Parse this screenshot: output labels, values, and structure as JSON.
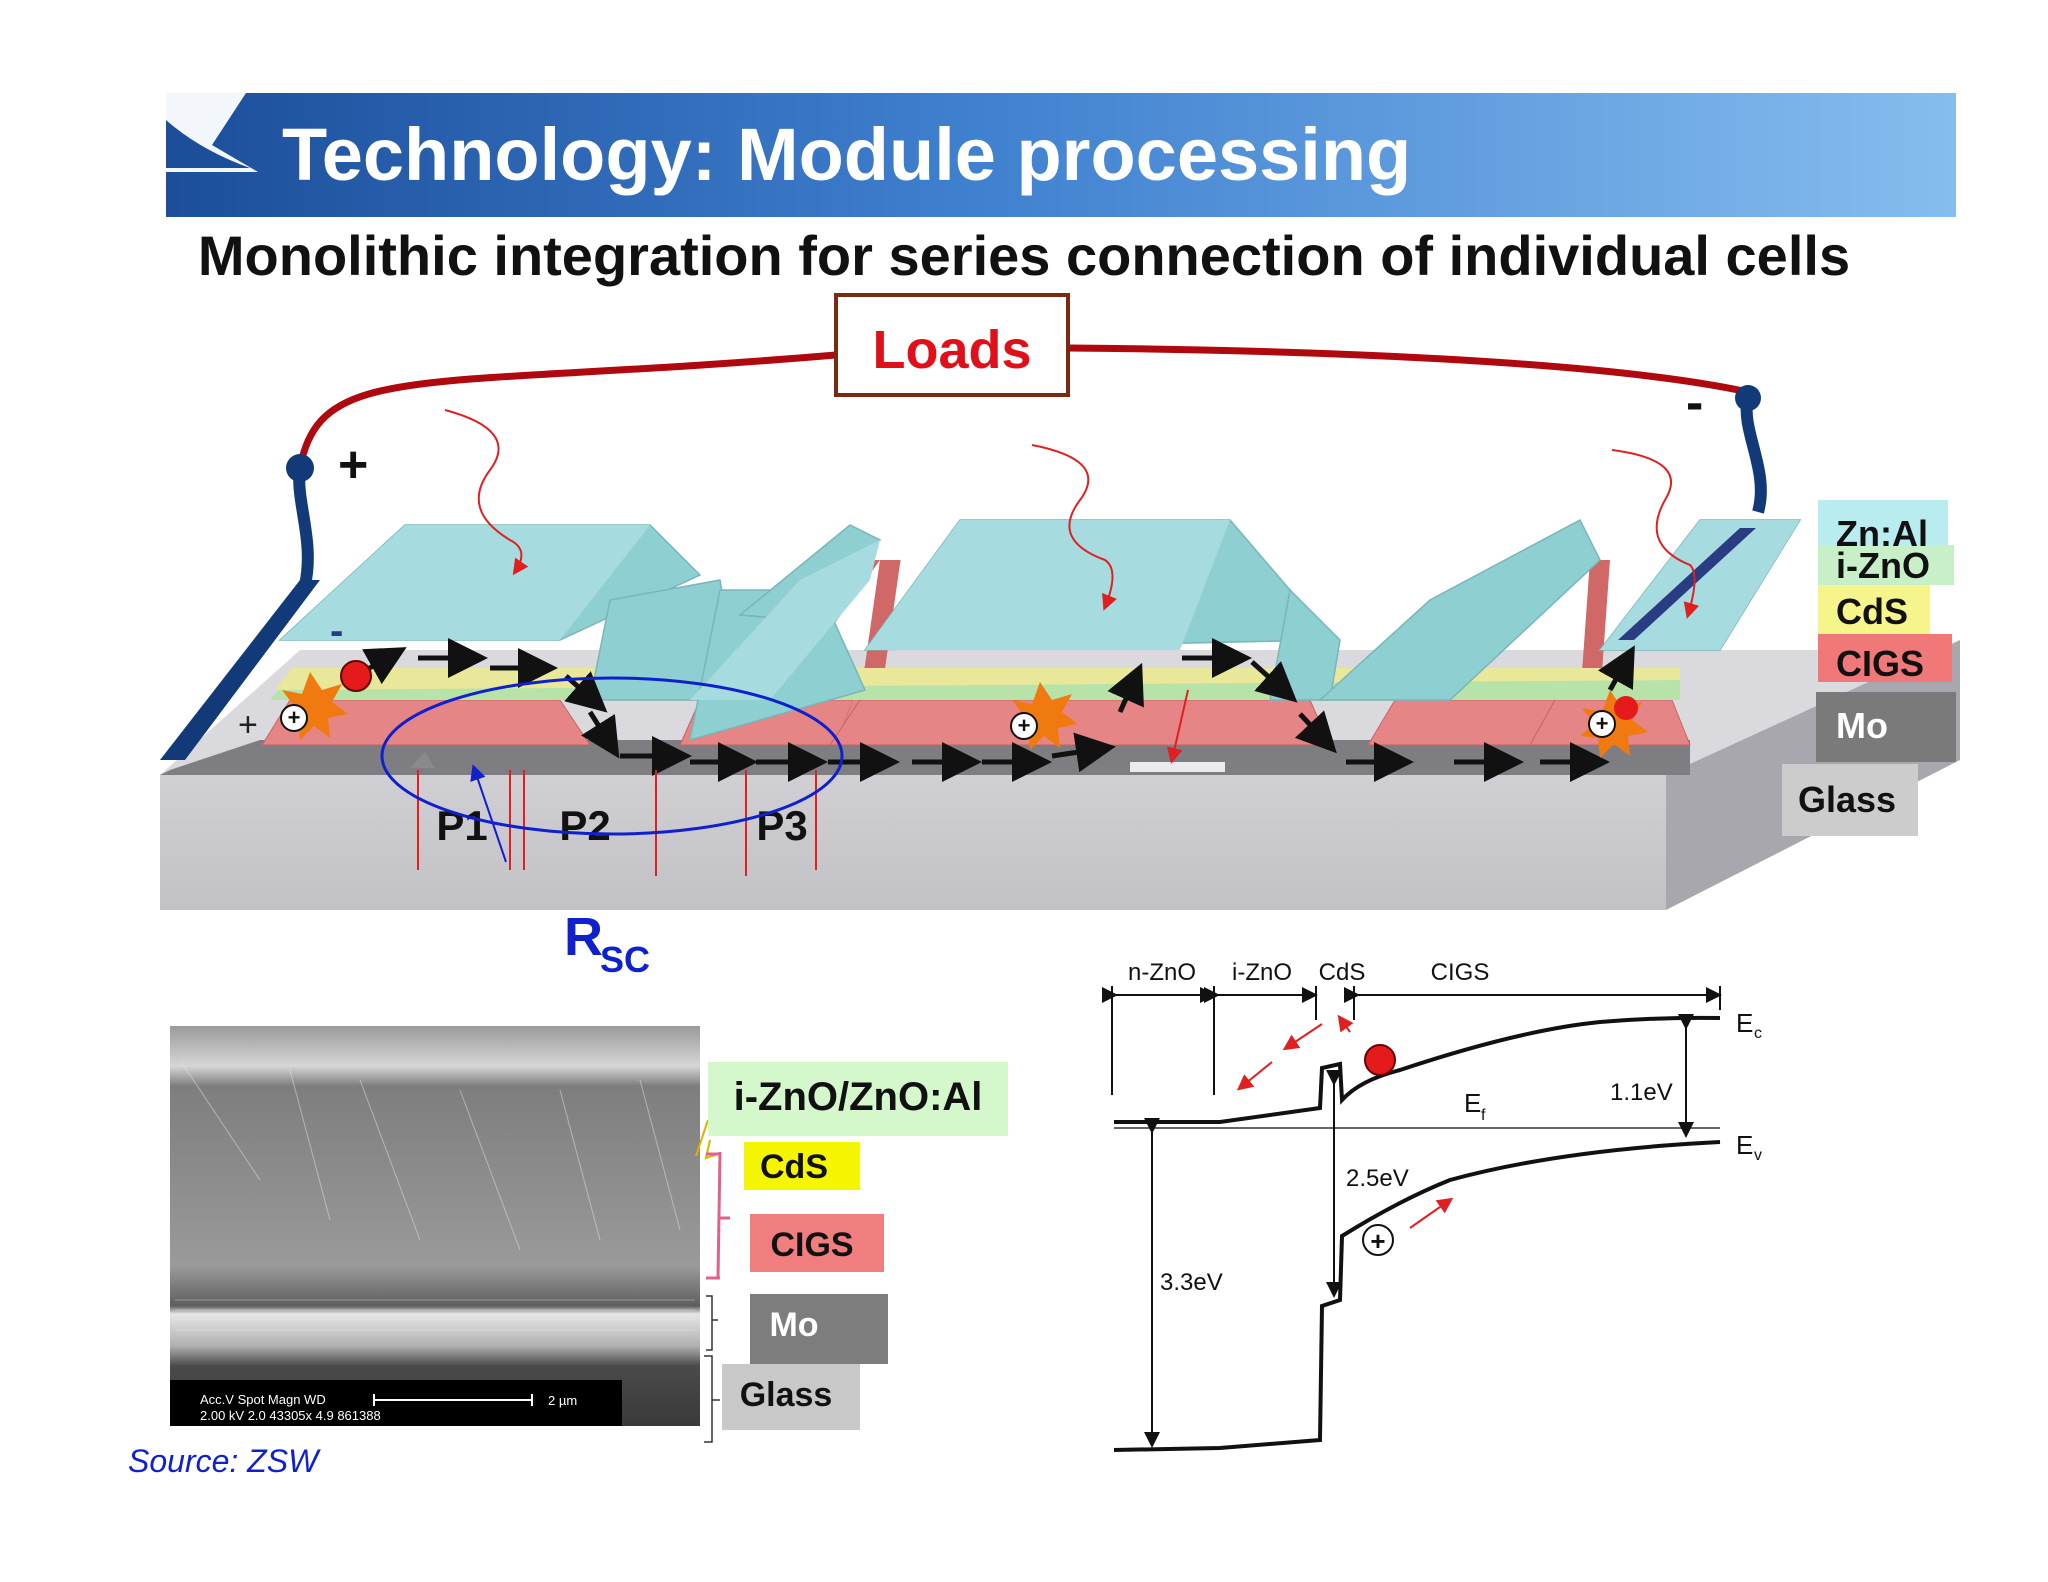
{
  "header": {
    "title": "Technology: Module processing",
    "subtitle": "Monolithic integration for series connection of individual cells"
  },
  "module": {
    "load_label": "Loads",
    "terminal_plus": "+",
    "terminal_minus": "-",
    "cell_plus": "+",
    "cell_minus": "-",
    "scribes": [
      "P1",
      "P2",
      "P3"
    ],
    "resistance_label": "R",
    "resistance_sub": "SC",
    "layer_labels": [
      {
        "text": "Zn:Al",
        "color": "#b9ecef"
      },
      {
        "text": "i-ZnO",
        "color": "#c8f0c8"
      },
      {
        "text": "CdS",
        "color": "#f5f58c"
      },
      {
        "text": "CIGS",
        "color": "#f07878"
      },
      {
        "text": "Mo",
        "color": "#7a7a7a"
      },
      {
        "text": "Glass",
        "color": "#cccccc"
      }
    ]
  },
  "sem": {
    "caption_left": "Acc.V  Spot Magn    WD",
    "caption_left2": "2.00 kV 2.0   43305x  4.9   861388",
    "scale_label": "2 µm",
    "labels": [
      {
        "text": "i-ZnO/ZnO:Al",
        "color": "#d4f7cc"
      },
      {
        "text": "CdS",
        "color": "#f5f500"
      },
      {
        "text": "CIGS",
        "color": "#f07e7e"
      },
      {
        "text": "Mo",
        "color": "#7d7d7d"
      },
      {
        "text": "Glass",
        "color": "#c8c8c8"
      }
    ],
    "source": "Source: ZSW"
  },
  "band": {
    "regions": [
      "n-ZnO",
      "i-ZnO",
      "CdS",
      "CIGS"
    ],
    "ec_label": "E",
    "ec_sub": "c",
    "ev_label": "E",
    "ev_sub": "v",
    "ef_label": "E",
    "ef_sub": "f",
    "gap_cigs": "1.1eV",
    "gap_cds": "2.5eV",
    "gap_zno": "3.3eV"
  },
  "colors": {
    "accent": "#1f5ba8",
    "wire": "#b0080f",
    "arrow_red": "#e02020",
    "ellipse": "#1020cc"
  }
}
